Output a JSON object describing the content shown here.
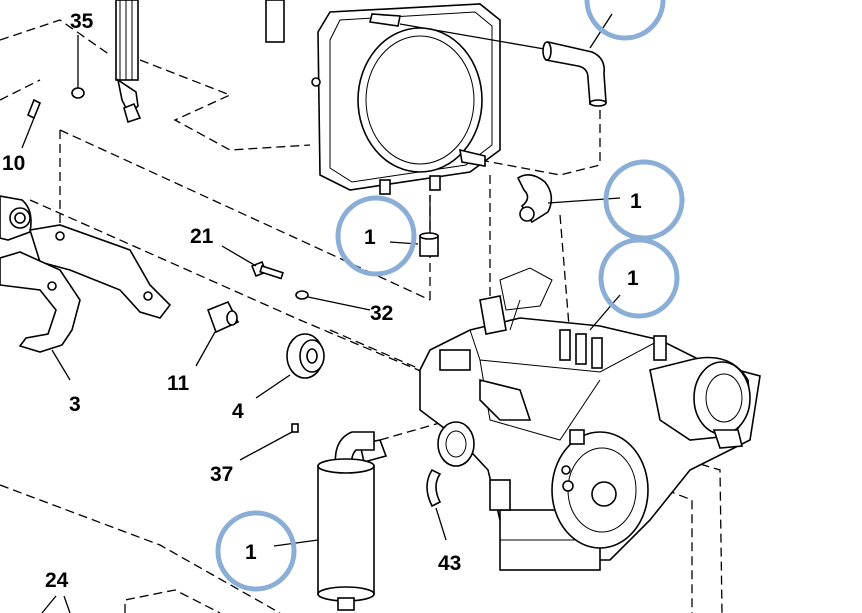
{
  "colors": {
    "callout_circle": "#8aaed6",
    "line": "#000000",
    "background": "#ffffff"
  },
  "labels": {
    "p35": "35",
    "p10": "10",
    "p21": "21",
    "p32": "32",
    "p11": "11",
    "p4": "4",
    "p3": "3",
    "p37": "37",
    "p43": "43",
    "p24": "24",
    "c_hose": "1",
    "c_drain": "1",
    "c_engine": "1",
    "c_muffler": "1"
  }
}
